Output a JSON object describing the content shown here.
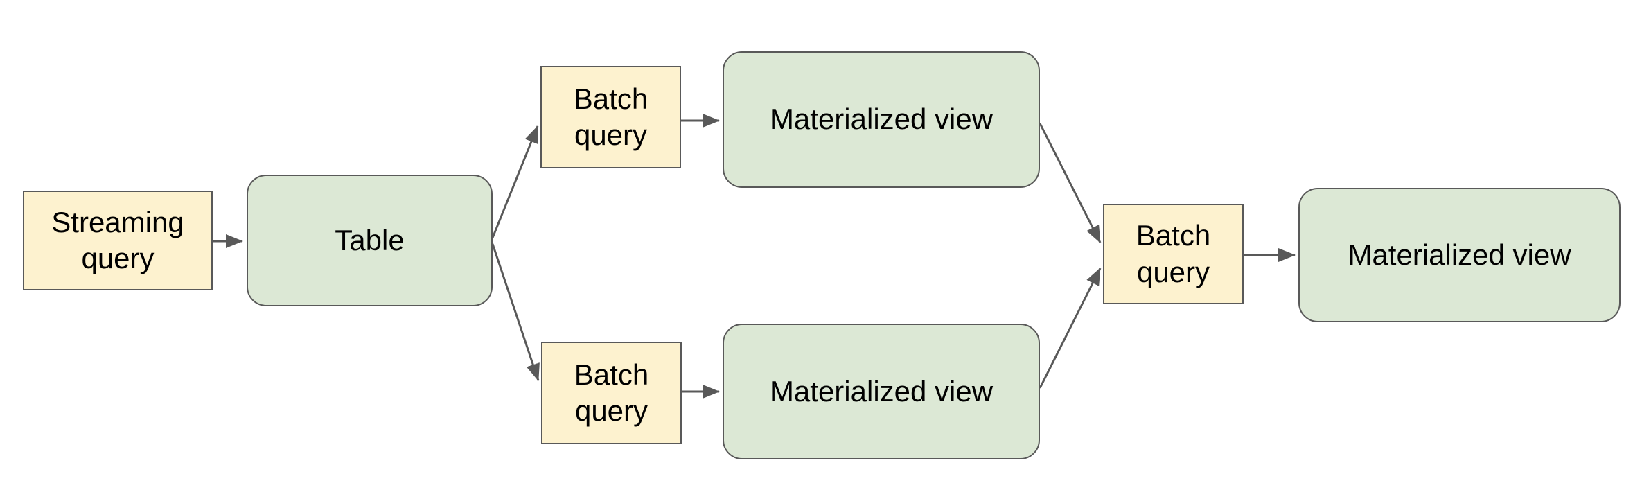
{
  "diagram": {
    "colors": {
      "background": "#ffffff",
      "query_fill": "#fdf2cf",
      "entity_fill": "#dce8d5",
      "shape_border": "#595959",
      "arrow": "#595959",
      "text": "#000000"
    },
    "nodes": [
      {
        "id": "streaming-query",
        "kind": "query",
        "label": "Streaming query"
      },
      {
        "id": "table",
        "kind": "entity",
        "label": "Table"
      },
      {
        "id": "batch-query-top",
        "kind": "query",
        "label": "Batch query"
      },
      {
        "id": "materialized-view-top",
        "kind": "entity",
        "label": "Materialized view"
      },
      {
        "id": "batch-query-bottom",
        "kind": "query",
        "label": "Batch query"
      },
      {
        "id": "materialized-view-bottom",
        "kind": "entity",
        "label": "Materialized view"
      },
      {
        "id": "batch-query-center",
        "kind": "query",
        "label": "Batch query"
      },
      {
        "id": "materialized-view-right",
        "kind": "entity",
        "label": "Materialized view"
      }
    ],
    "edges": [
      {
        "from": "streaming-query",
        "to": "table"
      },
      {
        "from": "table",
        "to": "batch-query-top"
      },
      {
        "from": "table",
        "to": "batch-query-bottom"
      },
      {
        "from": "batch-query-top",
        "to": "materialized-view-top"
      },
      {
        "from": "batch-query-bottom",
        "to": "materialized-view-bottom"
      },
      {
        "from": "materialized-view-top",
        "to": "batch-query-center"
      },
      {
        "from": "materialized-view-bottom",
        "to": "batch-query-center"
      },
      {
        "from": "batch-query-center",
        "to": "materialized-view-right"
      }
    ]
  }
}
